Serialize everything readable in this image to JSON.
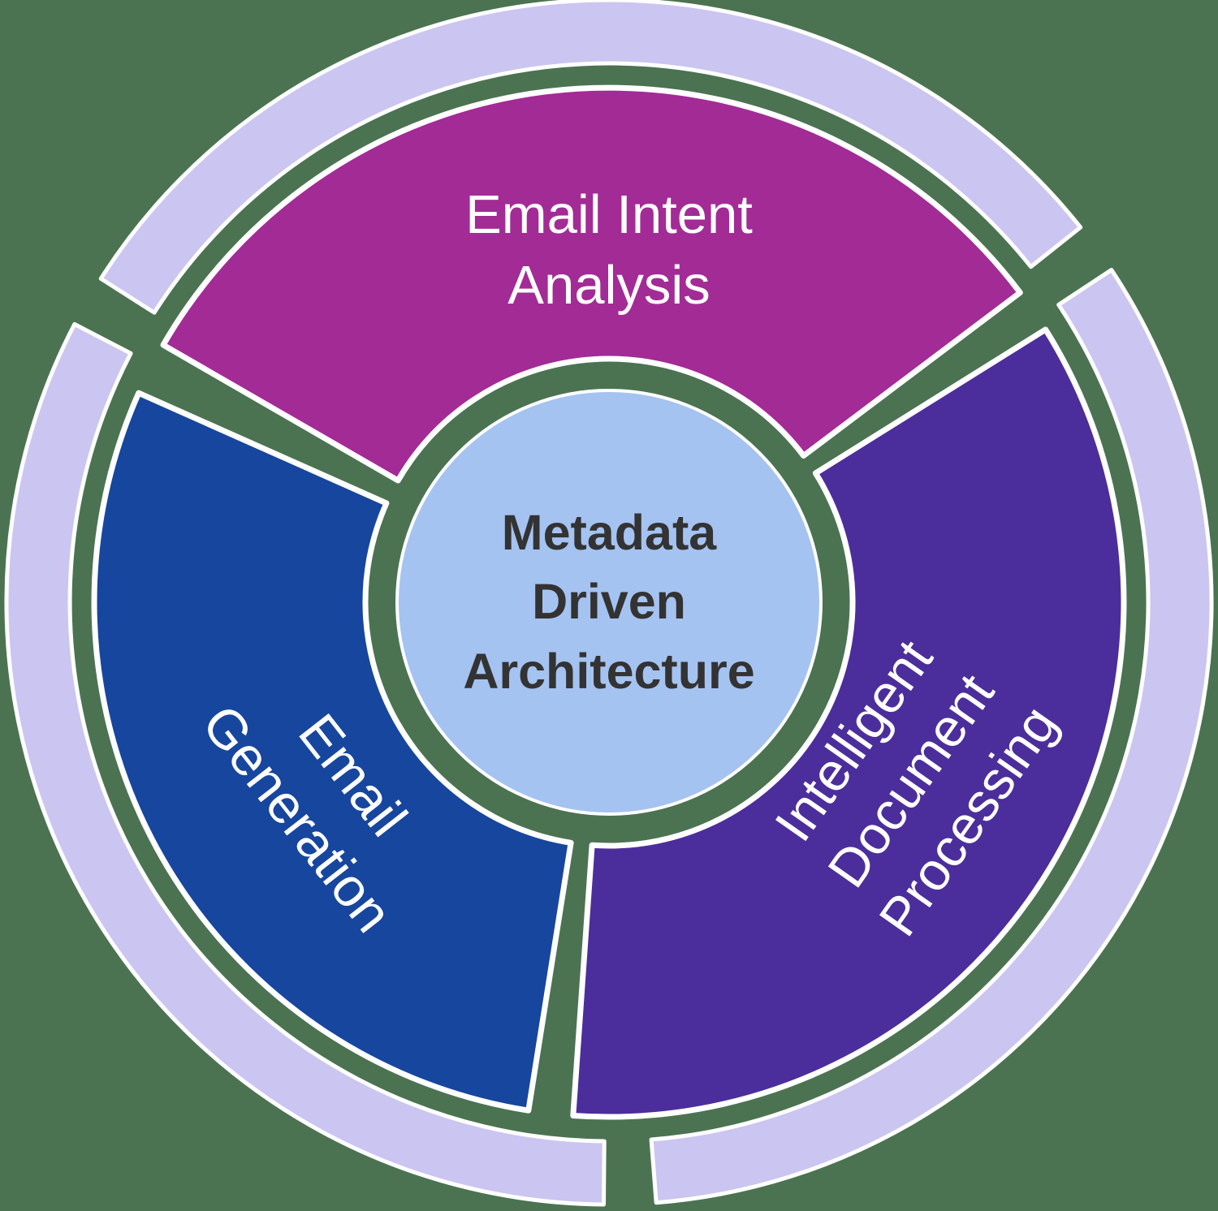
{
  "diagram": {
    "type": "circular-architecture-diagram",
    "background_color": "#4B7352",
    "stroke_color": "#FFFFFF",
    "outer_ring": {
      "color": "#CBC5F1"
    },
    "center_circle": {
      "color": "#A5C3F1",
      "text_color": "#333333",
      "label": "Metadata Driven Architecture",
      "lines": [
        "Metadata",
        "Driven",
        "Architecture"
      ]
    },
    "segments": [
      {
        "label": "Email Intent Analysis",
        "lines": [
          "Email Intent",
          "Analysis"
        ],
        "color": "#A32B96",
        "text_color": "#FFFFFF"
      },
      {
        "label": "Email Generation",
        "lines": [
          "Email",
          "Generation"
        ],
        "color": "#17469E",
        "text_color": "#FFFFFF"
      },
      {
        "label": "Intelligent Document Processing",
        "lines": [
          "Intelligent",
          "Document",
          "Processing"
        ],
        "color": "#4B2E9B",
        "text_color": "#FFFFFF"
      }
    ]
  }
}
